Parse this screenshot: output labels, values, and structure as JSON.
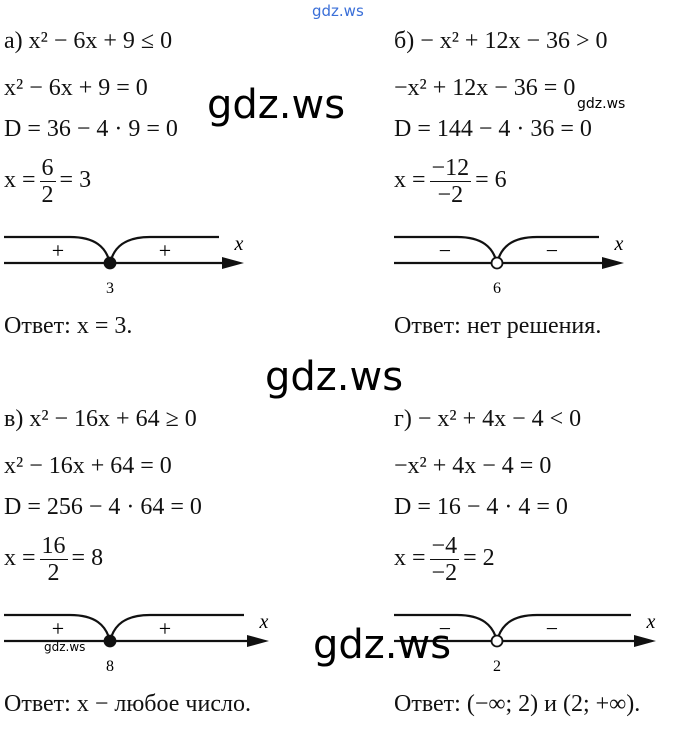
{
  "watermarks": {
    "top": "gdz.ws",
    "big1": "gdz.ws",
    "small_right": "gdz.ws",
    "big_mid": "gdz.ws",
    "small_left": "gdz.ws",
    "big_bottom": "gdz.ws"
  },
  "problems": [
    {
      "head": "а) x² − 6x + 9 ≤ 0",
      "eq": "x² − 6x + 9 = 0",
      "disc": "D = 36 − 4 · 9 = 0",
      "root_lhs": "x =",
      "num": "6",
      "den": "2",
      "root_rhs": "= 3",
      "sign_left": "+",
      "sign_right": "+",
      "axis_label": "x",
      "point_label": "3",
      "point_filled": true,
      "answer": "Ответ: x = 3."
    },
    {
      "head": "б) − x² + 12x − 36 > 0",
      "eq": "−x² + 12x − 36 = 0",
      "disc": "D = 144 − 4 · 36 = 0",
      "root_lhs": "x =",
      "num": "−12",
      "den": "−2",
      "root_rhs": "= 6",
      "sign_left": "−",
      "sign_right": "−",
      "axis_label": "x",
      "point_label": "6",
      "point_filled": false,
      "answer": "Ответ: нет решения."
    },
    {
      "head": "в) x² − 16x + 64 ≥ 0",
      "eq": "x² − 16x + 64 = 0",
      "disc": "D = 256 − 4 · 64 = 0",
      "root_lhs": "x =",
      "num": "16",
      "den": "2",
      "root_rhs": "= 8",
      "sign_left": "+",
      "sign_right": "+",
      "axis_label": "x",
      "point_label": "8",
      "point_filled": true,
      "answer": "Ответ: x − любое число."
    },
    {
      "head": "г) − x² + 4x − 4 < 0",
      "eq": "−x² + 4x − 4 = 0",
      "disc": "D = 16 − 4 · 4 = 0",
      "root_lhs": "x =",
      "num": "−4",
      "den": "−2",
      "root_rhs": "= 2",
      "sign_left": "−",
      "sign_right": "−",
      "axis_label": "x",
      "point_label": "2",
      "point_filled": false,
      "answer": "Ответ: (−∞; 2) и (2; +∞)."
    }
  ]
}
